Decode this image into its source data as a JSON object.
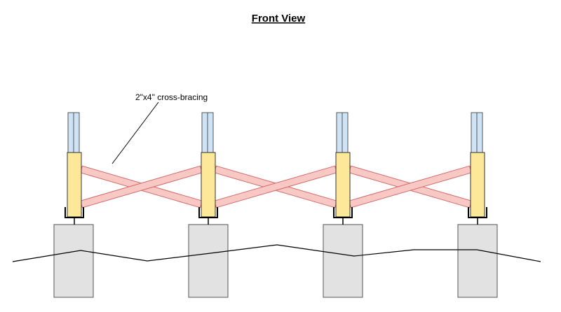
{
  "title": "Front View",
  "callout": {
    "label": "2\"x4\" cross-bracing"
  },
  "colors": {
    "background": "#ffffff",
    "footing_fill": "#e2e2e2",
    "footing_stroke": "#555555",
    "post_fill": "#fde89a",
    "post_stroke": "#333333",
    "upper_post_fill": "#cfe3f6",
    "upper_post_stroke": "#555555",
    "brace_fill": "#f8c8c4",
    "brace_stroke": "#d46a6a",
    "bracket_stroke": "#000000",
    "ground_line": "#000000"
  },
  "structure": {
    "post_count": 4,
    "footing_count": 4,
    "brace_bays": 3,
    "braces_per_bay": 2
  }
}
